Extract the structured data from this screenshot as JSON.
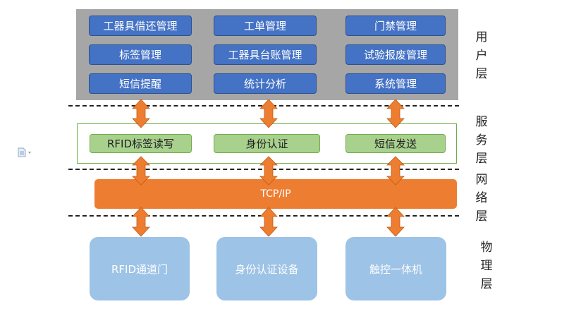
{
  "user_layer": {
    "label": "用户层",
    "buttons": [
      "工器具借还管理",
      "工单管理",
      "门禁管理",
      "标签管理",
      "工器具台账管理",
      "试验报废管理",
      "短信提醒",
      "统计分析",
      "系统管理"
    ]
  },
  "service_layer": {
    "label": "服务层",
    "items": [
      "RFID标签读写",
      "身份认证",
      "短信发送"
    ]
  },
  "network_layer": {
    "label": "网络层",
    "protocol": "TCP/IP"
  },
  "physical_layer": {
    "label": "物理层",
    "devices": [
      "RFID通道门",
      "身份认证设备",
      "触控一体机"
    ]
  },
  "colors": {
    "user_panel": "#a6a6a6",
    "user_button": "#4472c4",
    "service_border": "#70ad47",
    "service_button": "#a9d18e",
    "network": "#ed7d31",
    "physical": "#9dc3e6",
    "arrow": "#ed7d31"
  },
  "icons": {
    "document": "document-icon"
  }
}
